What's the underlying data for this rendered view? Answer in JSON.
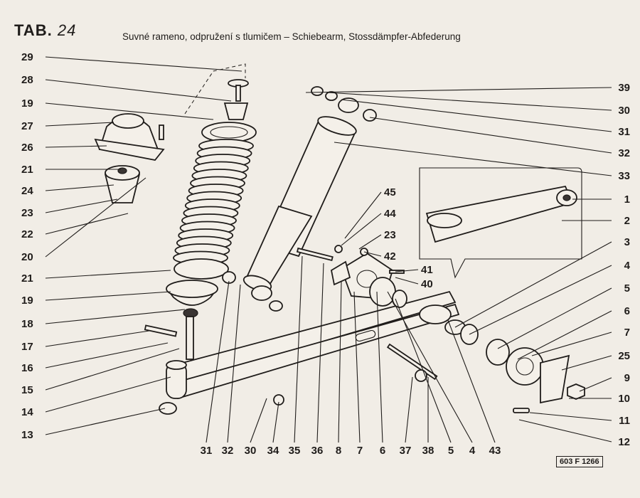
{
  "header": {
    "tab_prefix": "TAB.",
    "tab_number": "24",
    "caption": "Suvné rameno, odpružení s tlumičem – Schiebearm, Stossdämpfer-Abfederung"
  },
  "stamp": "603 F 1266",
  "callouts": {
    "left": [
      "29",
      "28",
      "19",
      "27",
      "26",
      "21",
      "24",
      "23",
      "22",
      "20",
      "21",
      "19",
      "18",
      "17",
      "16",
      "15",
      "14",
      "13"
    ],
    "right": [
      "39",
      "30",
      "31",
      "32",
      "33",
      "1",
      "2",
      "3",
      "4",
      "5",
      "6",
      "7",
      "25",
      "9",
      "10",
      "11",
      "12"
    ],
    "mid": [
      "45",
      "44",
      "23",
      "42",
      "41",
      "40"
    ],
    "bottom": [
      "31",
      "32",
      "30",
      "34",
      "35",
      "36",
      "8",
      "7",
      "6",
      "37",
      "38",
      "5",
      "4",
      "43"
    ]
  }
}
